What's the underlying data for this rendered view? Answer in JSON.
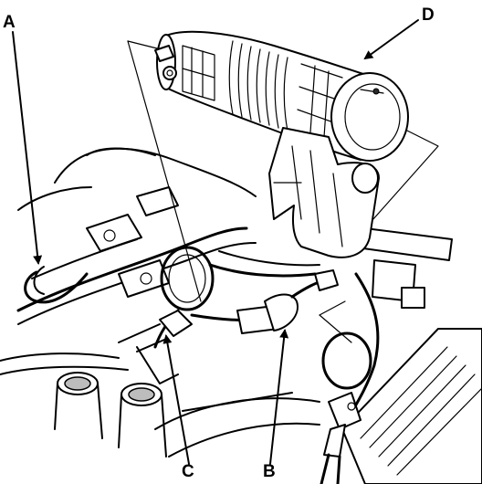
{
  "callouts": {
    "a": "A",
    "b": "B",
    "c": "C",
    "d": "D"
  },
  "colors": {
    "line": "#000000",
    "background": "#ffffff",
    "shade": "#bdbdbd"
  }
}
